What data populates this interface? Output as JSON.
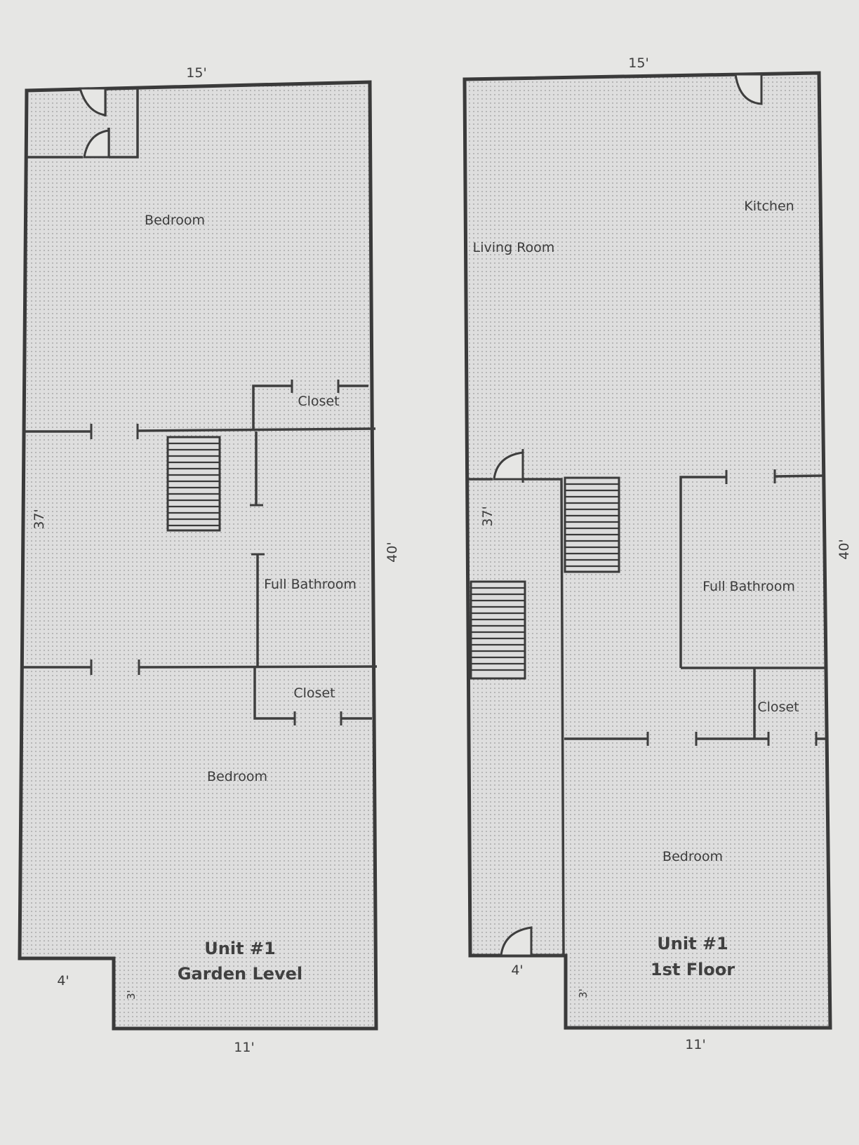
{
  "colors": {
    "paper": "#e6e6e4",
    "fill": "#dedede",
    "dots": "#9a9a9a",
    "wall": "#3a3a3a",
    "text": "#3c3c3c"
  },
  "plan_left": {
    "unit_title": "Unit #1",
    "unit_subtitle": "Garden Level",
    "dim_top": "15'",
    "dim_bottom": "11'",
    "dim_right": "40'",
    "dim_left": "37'",
    "dim_step": "4'",
    "dim_notch": "3'",
    "rooms": {
      "bedroom_top": "Bedroom",
      "closet_top": "Closet",
      "full_bathroom": "Full Bathroom",
      "closet_bottom": "Closet",
      "bedroom_bottom": "Bedroom"
    }
  },
  "plan_right": {
    "unit_title": "Unit #1",
    "unit_subtitle": "1st Floor",
    "dim_top": "15'",
    "dim_bottom": "11'",
    "dim_right": "40'",
    "dim_left": "37'",
    "dim_step": "4'",
    "dim_notch": "3'",
    "rooms": {
      "kitchen": "Kitchen",
      "living_room": "Living Room",
      "full_bathroom": "Full Bathroom",
      "closet": "Closet",
      "bedroom": "Bedroom"
    }
  }
}
